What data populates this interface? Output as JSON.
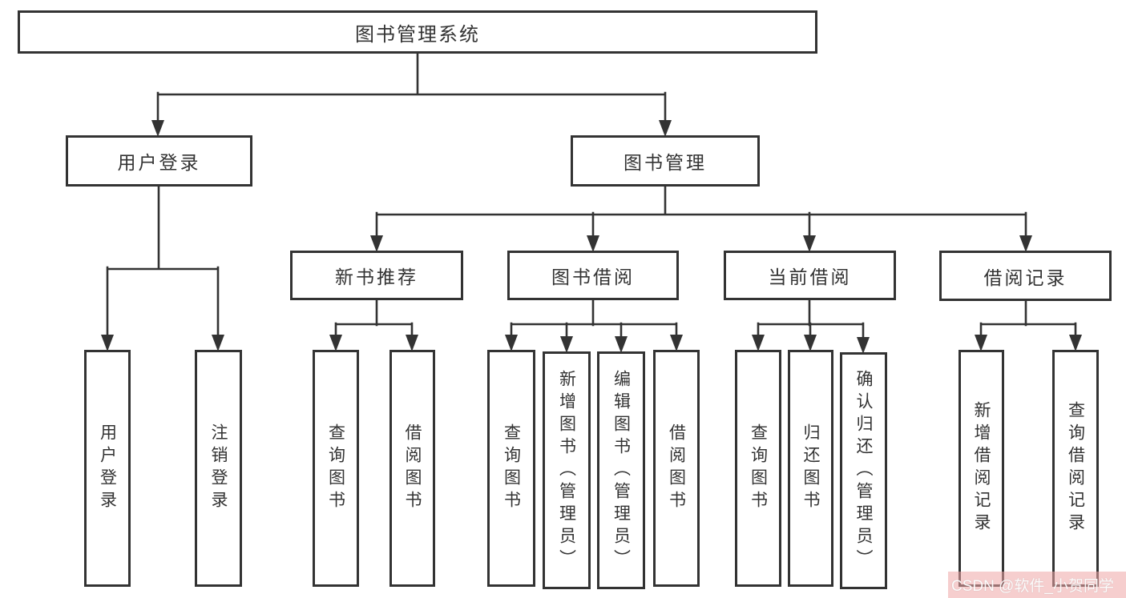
{
  "nodes": {
    "root": {
      "label": "图书管理系统"
    },
    "level2": [
      {
        "label": "用户登录"
      },
      {
        "label": "图书管理"
      }
    ],
    "level3": [
      {
        "label": "新书推荐"
      },
      {
        "label": "图书借阅"
      },
      {
        "label": "当前借阅"
      },
      {
        "label": "借阅记录"
      }
    ],
    "leaves": [
      {
        "label": "用户登录"
      },
      {
        "label": "注销登录"
      },
      {
        "label": "查询图书"
      },
      {
        "label": "借阅图书"
      },
      {
        "label": "查询图书"
      },
      {
        "label": "新增图书（管理员）"
      },
      {
        "label": "编辑图书（管理员）"
      },
      {
        "label": "借阅图书"
      },
      {
        "label": "查询图书"
      },
      {
        "label": "归还图书"
      },
      {
        "label": "确认归还（管理员）"
      },
      {
        "label": "新增借阅记录"
      },
      {
        "label": "查询借阅记录"
      }
    ]
  },
  "watermark": {
    "text": "CSDN @软件_小贺同学"
  },
  "colors": {
    "line": "#333333",
    "box_border": "#333333",
    "box_background": "#ffffff",
    "text": "#333333",
    "watermark_band": "rgba(238,165,165,0.55)",
    "watermark_text": "rgba(255,255,255,0.95)"
  }
}
